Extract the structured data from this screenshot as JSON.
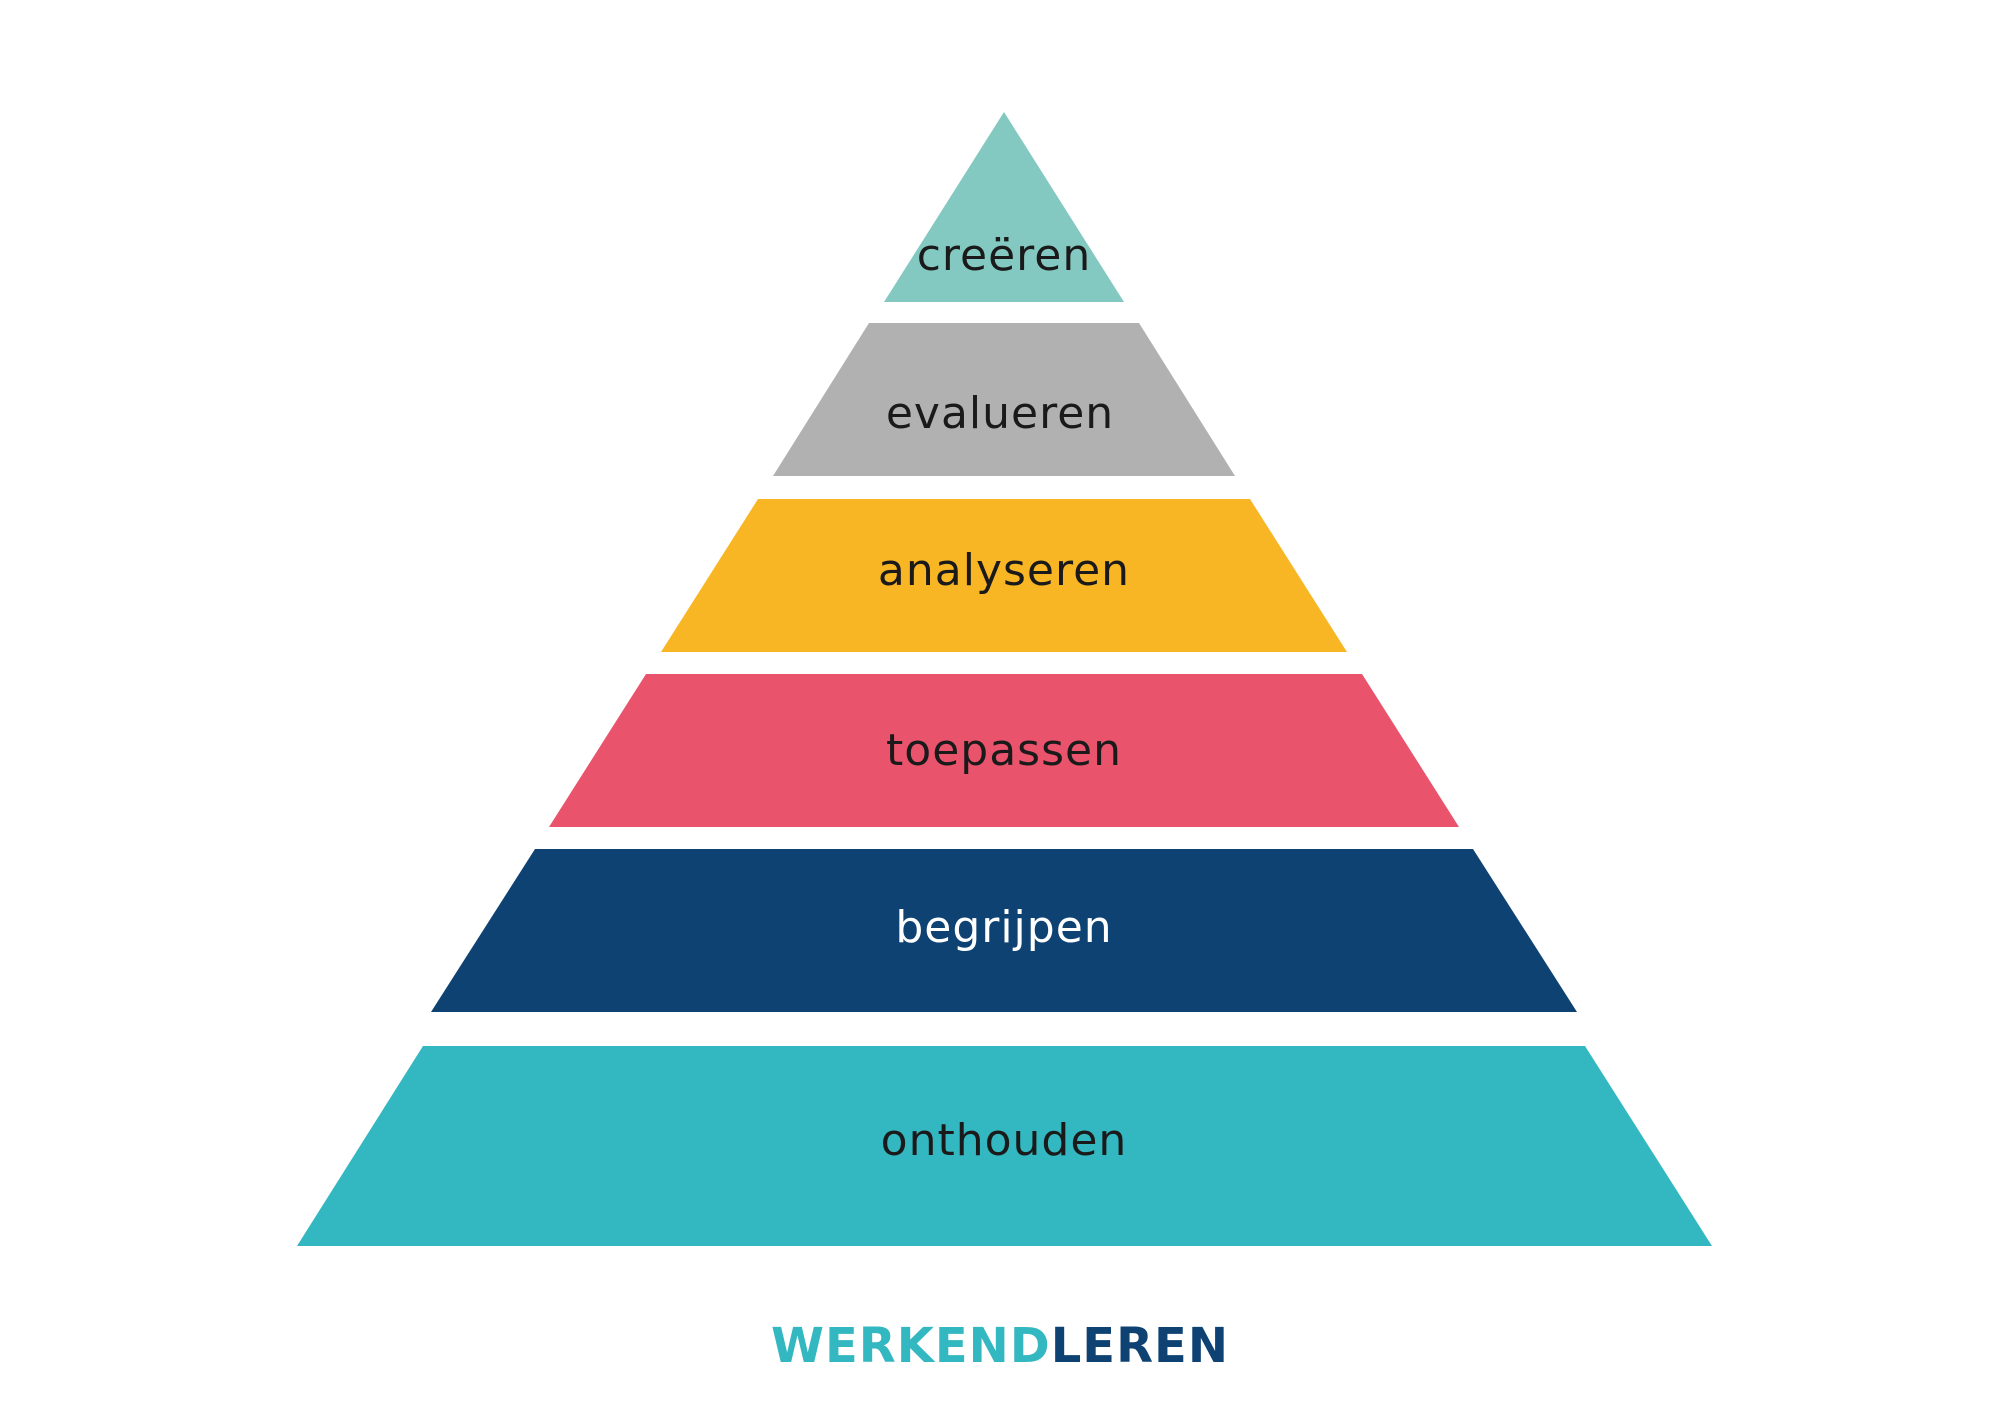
{
  "pyramid": {
    "levels": [
      {
        "label": "creëren",
        "color": "#84c9c1",
        "text_color": "#1a1a1a"
      },
      {
        "label": "evalueren",
        "color": "#b1b1b1",
        "text_color": "#1a1a1a"
      },
      {
        "label": "analyseren",
        "color": "#f9b624",
        "text_color": "#1a1a1a"
      },
      {
        "label": "toepassen",
        "color": "#e9536c",
        "text_color": "#1a1a1a"
      },
      {
        "label": "begrijpen",
        "color": "#0e4273",
        "text_color": "#ffffff"
      },
      {
        "label": "onthouden",
        "color": "#33b7c0",
        "text_color": "#1a1a1a"
      }
    ]
  },
  "brand": {
    "part1": "WERKEND",
    "part2": "LEREN",
    "part1_color": "#33b7c0",
    "part2_color": "#0e4273"
  }
}
